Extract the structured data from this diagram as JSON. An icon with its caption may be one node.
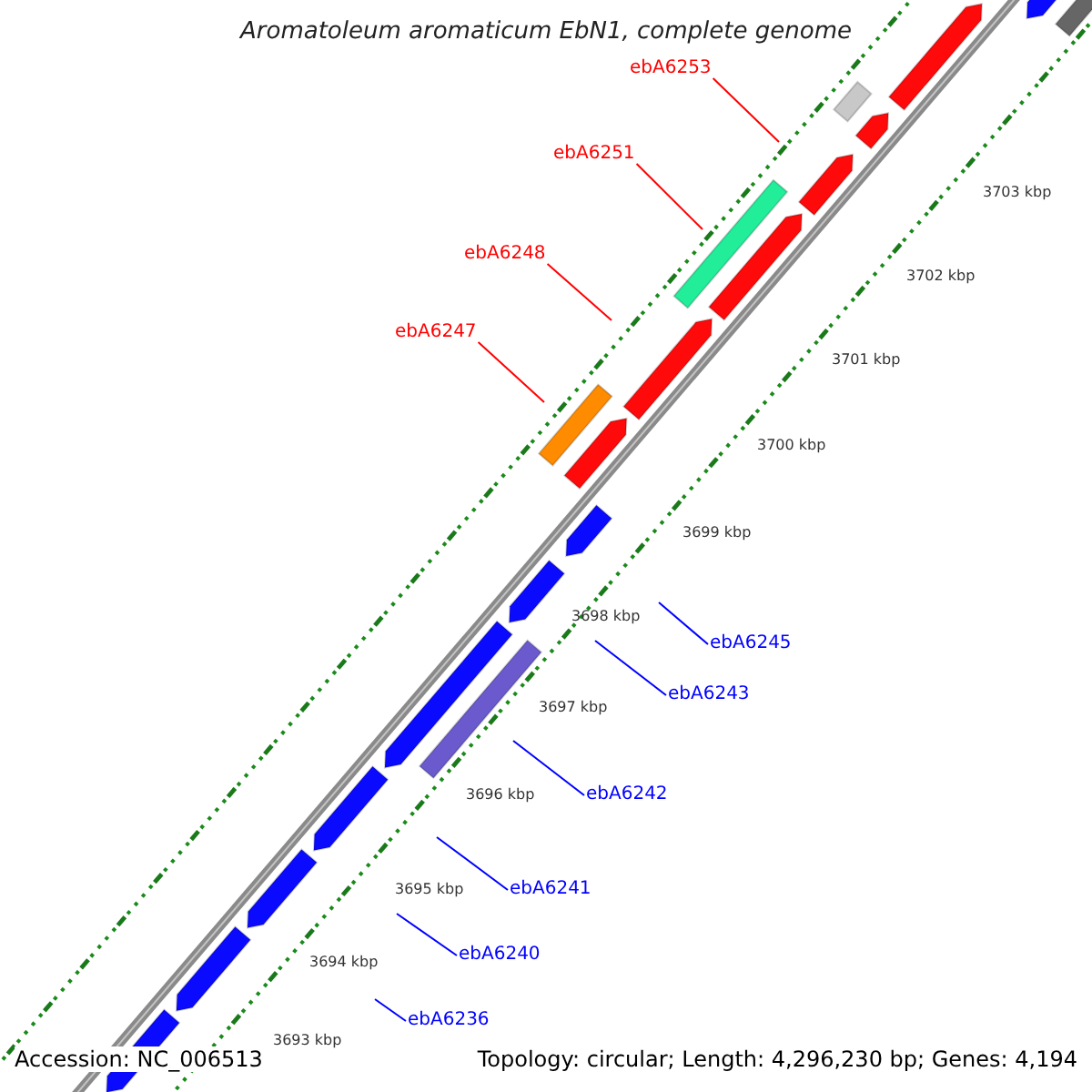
{
  "diagram": {
    "title": "Aromatoleum aromaticum EbN1, complete genome",
    "nodes": [
      {
        "text": [
          "ebA6253"
        ]
      },
      {
        "text": [
          "ebA6251"
        ]
      },
      {
        "text": [
          "ebA6248"
        ]
      },
      {
        "text": [
          "ebA6247"
        ]
      },
      {
        "text": [
          "ebA6245"
        ]
      },
      {
        "text": [
          "ebA6243"
        ]
      },
      {
        "text": [
          "ebA6242"
        ]
      },
      {
        "text": [
          "ebA6241"
        ]
      },
      {
        "text": [
          "ebA6240"
        ]
      },
      {
        "text": [
          "ebA6236"
        ]
      }
    ],
    "edges": [
      {
        "from": 0,
        "to": null,
        "arrow": "none",
        "color": "#ff0000"
      },
      {
        "from": 1,
        "to": null,
        "arrow": "none",
        "color": "#ff0000"
      },
      {
        "from": 2,
        "to": null,
        "arrow": "none",
        "color": "#ff0000"
      },
      {
        "from": 3,
        "to": null,
        "arrow": "none",
        "color": "#ff0000"
      },
      {
        "from": 4,
        "to": null,
        "arrow": "none"
      },
      {
        "from": 5,
        "to": null,
        "arrow": "none"
      },
      {
        "from": 6,
        "to": null,
        "arrow": "none"
      },
      {
        "from": 7,
        "to": null,
        "arrow": "none"
      },
      {
        "from": 8,
        "to": null,
        "arrow": "none"
      },
      {
        "from": 9,
        "to": null,
        "arrow": "none"
      }
    ],
    "labels": [
      "3703 kbp",
      "3702 kbp",
      "3701 kbp",
      "3700 kbp",
      "3699 kbp",
      "3698 kbp",
      "3697 kbp",
      "3696 kbp",
      "3695 kbp",
      "3694 kbp",
      "3693 kbp",
      "Accession: NC_006513",
      "Topology: circular; Length: 4,296,230 bp; Genes: 4,194"
    ]
  }
}
